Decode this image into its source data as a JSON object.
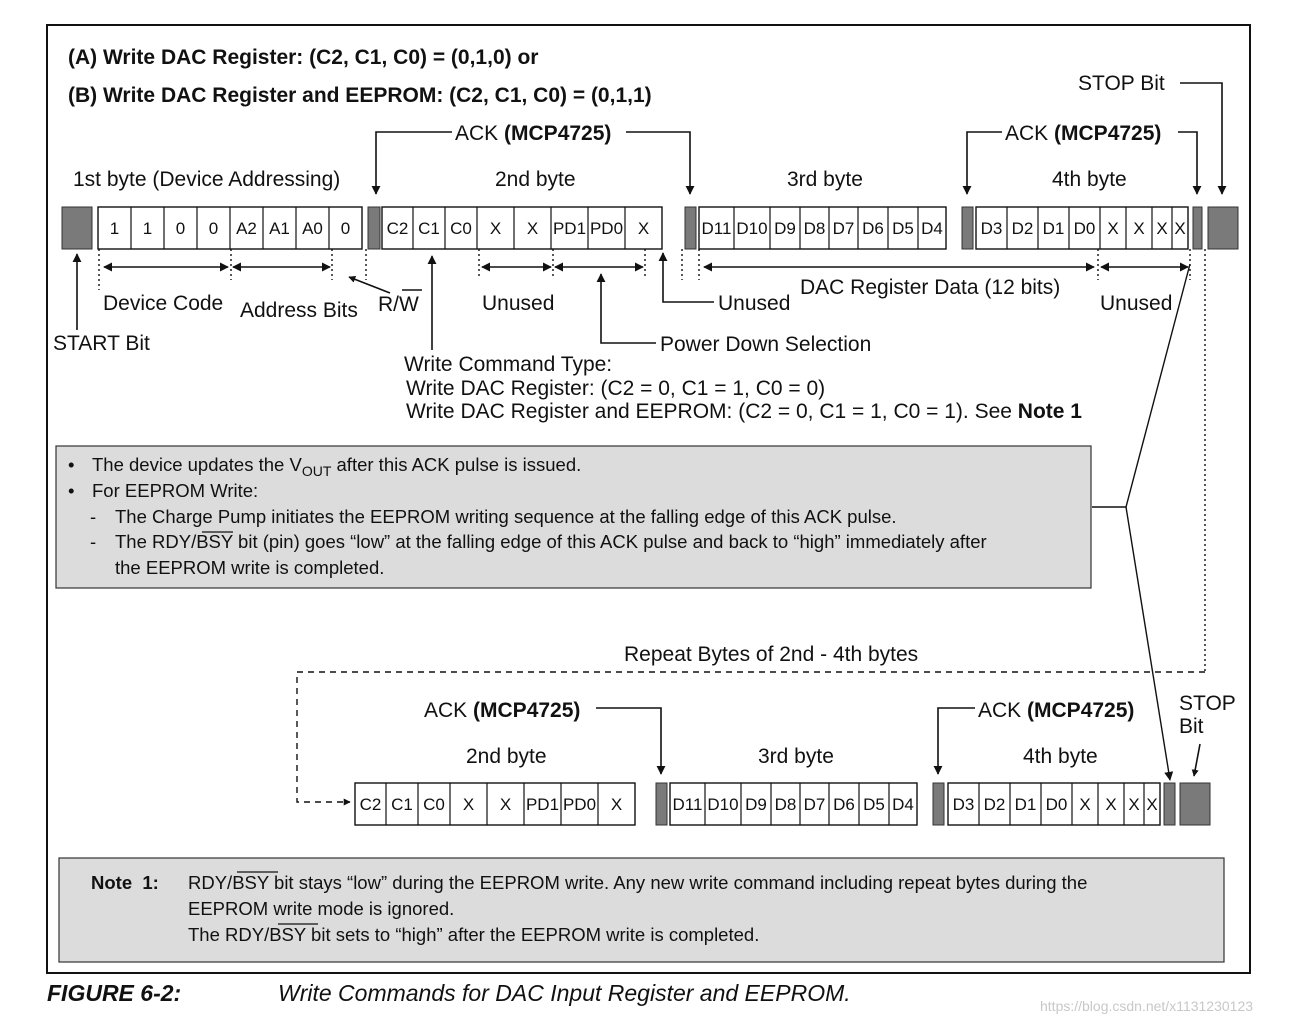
{
  "heading": {
    "line1": "(A) Write DAC Register: (C2, C1, C0) = (0,1,0) or",
    "line2": "(B) Write DAC Register and EEPROM: (C2, C1, C0) = (0,1,1)"
  },
  "labels": {
    "stop_bit": "STOP Bit",
    "ack": "ACK",
    "mcp": "(MCP4725)",
    "byte1": "1st byte (Device Addressing)",
    "byte2": "2nd byte",
    "byte3": "3rd byte",
    "byte4": "4th byte",
    "device_code": "Device Code",
    "address_bits": "Address Bits",
    "rw_r": "R/",
    "rw_w": "W",
    "start_bit": "START Bit",
    "unused": "Unused",
    "dac_data": "DAC Register Data (12 bits)",
    "power_down": "Power Down Selection",
    "wct_title": "Write Command Type:",
    "wct_line1": "Write DAC Register: (C2 = 0, C1 = 1, C0 = 0)",
    "wct_line2": "Write DAC Register and EEPROM: (C2 = 0, C1 = 1, C0 = 1). See ",
    "wct_note": "Note 1",
    "repeat": "Repeat Bytes of 2nd - 4th bytes",
    "stop": "STOP",
    "bit": "Bit"
  },
  "bytes": {
    "b1": [
      "1",
      "1",
      "0",
      "0",
      "A2",
      "A1",
      "A0",
      "0"
    ],
    "b2": [
      "C2",
      "C1",
      "C0",
      "X",
      "X",
      "PD1",
      "PD0",
      "X"
    ],
    "b3": [
      "D11",
      "D10",
      "D9",
      "D8",
      "D7",
      "D6",
      "D5",
      "D4"
    ],
    "b4": [
      "D3",
      "D2",
      "D1",
      "D0",
      "X",
      "X",
      "X",
      "X"
    ]
  },
  "info_box": {
    "b1_pre": "The device updates the V",
    "b1_sub": "OUT",
    "b1_post": " after this ACK pulse is issued.",
    "b2": "For EEPROM Write:",
    "d1": "The Charge Pump initiates the EEPROM writing sequence at the falling edge of this ACK pulse.",
    "d2a": "The RDY/",
    "d2b": "BSY",
    "d2c": " bit (pin) goes “low” at the falling edge of this ACK pulse and back to “high” immediately after",
    "d3": "the EEPROM write is completed."
  },
  "note_box": {
    "label": "Note  1:",
    "l1a": "RDY/",
    "l1b": "BSY",
    "l1c": " bit stays “low” during the EEPROM write. Any new write command including repeat bytes during the",
    "l2": "EEPROM write mode is ignored.",
    "l3a": "The RDY/",
    "l3b": "BSY",
    "l3c": " bit sets to “high” after the EEPROM write is completed."
  },
  "caption": {
    "label": "FIGURE 6-2:",
    "text": "Write Commands for DAC Input Register and EEPROM."
  },
  "watermark": "https://blog.csdn.net/x1131230123",
  "colors": {
    "gray_block": "#7a7a7a",
    "box_fill": "#dcdcdc"
  }
}
